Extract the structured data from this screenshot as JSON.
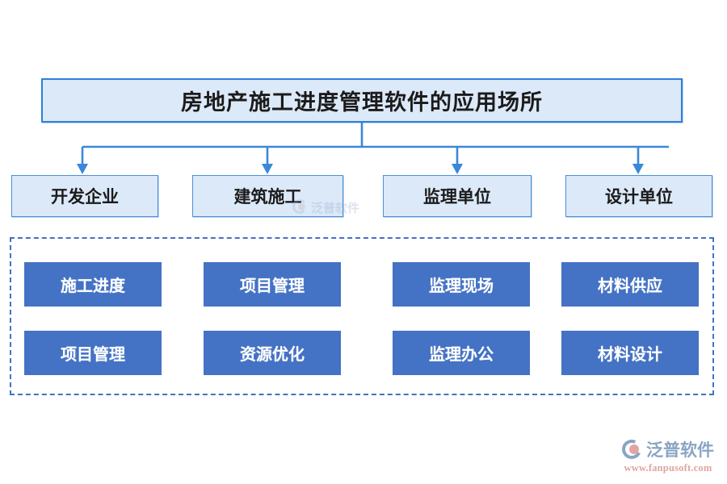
{
  "diagram": {
    "title": "房地产施工进度管理软件的应用场所",
    "categories": [
      {
        "label": "开发企业"
      },
      {
        "label": "建筑施工"
      },
      {
        "label": "监理单位"
      },
      {
        "label": "设计单位"
      }
    ],
    "features_row1": [
      {
        "label": "施工进度"
      },
      {
        "label": "项目管理"
      },
      {
        "label": "监理现场"
      },
      {
        "label": "材料供应"
      }
    ],
    "features_row2": [
      {
        "label": "项目管理"
      },
      {
        "label": "资源优化"
      },
      {
        "label": "监理办公"
      },
      {
        "label": "材料设计"
      }
    ],
    "colors": {
      "title_fill": "#dce9f8",
      "title_border": "#2e80da",
      "category_fill": "#dce9f8",
      "category_border": "#4a8fd8",
      "feature_fill": "#4472c4",
      "feature_text": "#ffffff",
      "connector": "#3b87d8",
      "dashed_border": "#4472c4"
    }
  },
  "watermark": {
    "center_text": "泛普软件"
  },
  "logo": {
    "name": "泛普软件",
    "url": "www.fanpusoft.com"
  }
}
